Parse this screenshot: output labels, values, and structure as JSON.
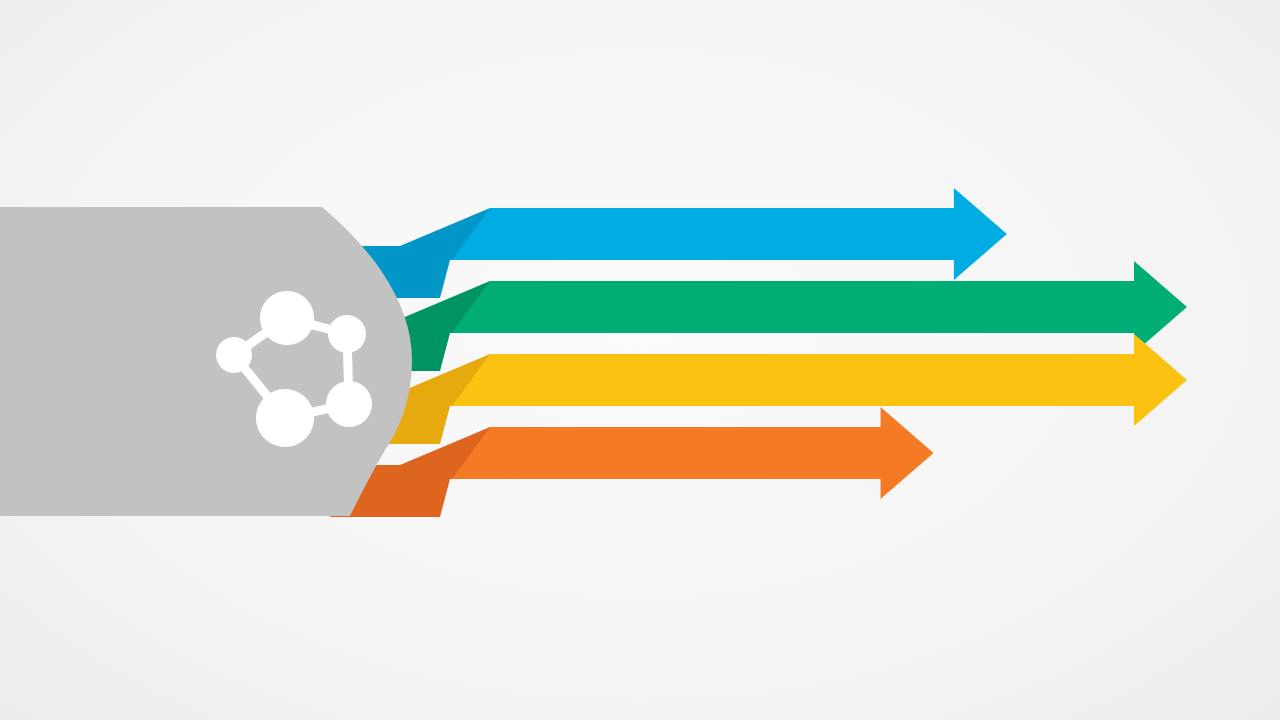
{
  "diagram": {
    "background_color": "#f4f4f4",
    "source_block": {
      "color": "#c2c2c2",
      "icon": "network-nodes-icon",
      "icon_color": "#ffffff"
    },
    "arrows": [
      {
        "id": "blue",
        "color": "#00ade2",
        "shade": "#0096c8",
        "relative_length": 0.73
      },
      {
        "id": "green",
        "color": "#00ad74",
        "shade": "#009464",
        "relative_length": 1.0
      },
      {
        "id": "yellow",
        "color": "#fbc212",
        "shade": "#e6a90e",
        "relative_length": 1.0
      },
      {
        "id": "orange",
        "color": "#f47a24",
        "shade": "#de6520",
        "relative_length": 0.62
      }
    ]
  }
}
